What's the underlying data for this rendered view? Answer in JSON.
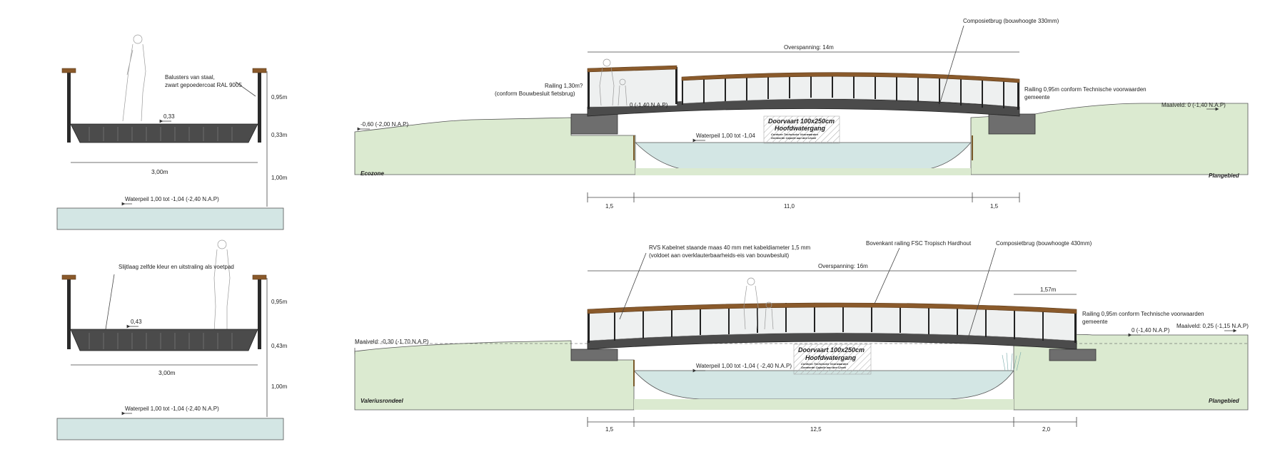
{
  "section_top": {
    "label_balusters_1": "Balusters van staal,",
    "label_balusters_2": "zwart gepoedercoat RAL 9005",
    "slope": "0,33",
    "dim_width": "3,00m",
    "dim_rail": "0,95m",
    "dim_deck": "0,33m",
    "dim_clear": "1,00m",
    "waterpeil": "Waterpeil 1,00 tot -1,04 (-2,40 N.A.P)"
  },
  "section_bottom": {
    "label_slijtlaag": "Slijtlaag zelfde kleur en uitstraling als voetpad",
    "slope": "0,43",
    "dim_width": "3,00m",
    "dim_rail": "0,95m",
    "dim_deck": "0,43m",
    "dim_clear": "1,00m",
    "waterpeil": "Waterpeil 1,00 tot -1,04 (-2,40 N.A.P)"
  },
  "elevation_top": {
    "composiet": "Composietbrug (bouwhoogte 330mm)",
    "overspanning": "Overspanning: 14m",
    "railing_left_1": "Railing 1,30m?",
    "railing_left_2": "(conform Bouwbesluit fietsbrug)",
    "railing_right_1": "Railing 0,95m conform Technische voorwaarden",
    "railing_right_2": "gemeente",
    "maaiveld_right": "Maaiveld: 0 (-1,40 N.A.P)",
    "left_level": "-0,60 (-2,00 N.A.P)",
    "deck_level": "0 (-1,40 N.A.P)",
    "doorvaart_1": "Doorvaart 100x250cm",
    "doorvaart_2": "Hoofdwatergang",
    "doorvaart_3": "Conform Technische Voorwaarden",
    "doorvaart_4": "Gemeente Capelle aan den IJssel",
    "waterpeil": "Waterpeil 1,00 tot -1,04",
    "zone_left": "Ecozone",
    "zone_right": "Plangebied",
    "dim_a": "1,5",
    "dim_b": "11,0",
    "dim_c": "1,5"
  },
  "elevation_bottom": {
    "rvs_1": "RVS Kabelnet staande maas 40 mm met kabeldiameter 1,5 mm",
    "rvs_2": "(voldoet aan overklauterbaarheids-eis van bouwbesluit)",
    "bovenkant": "Bovenkant railing FSC Tropisch Hardhout",
    "composiet": "Composietbrug (bouwhoogte 430mm)",
    "overspanning": "Overspanning: 16m",
    "dim_157": "1,57m",
    "railing_right_1": "Railing 0,95m conform Technische voorwaarden",
    "railing_right_2": "gemeente",
    "deck_level": "0 (-1,40 N.A.P)",
    "maaiveld_right": "Maaiveld: 0,25 (-1,15 N.A.P)",
    "maaiveld_left": "Maaiveld: -0,30 (-1,70 N.A.P)",
    "doorvaart_1": "Doorvaart 100x250cm",
    "doorvaart_2": "Hoofdwatergang",
    "doorvaart_3": "Conform Technische Voorwaarden",
    "doorvaart_4": "Gemeente Capelle aan den IJssel",
    "waterpeil": "Waterpeil 1,00 tot -1,04 ( -2,40 N.A.P)",
    "zone_left": "Valeriusrondeel",
    "zone_right": "Plangebied",
    "dim_a": "1,5",
    "dim_b": "12,5",
    "dim_c": "2,0"
  },
  "colors": {
    "ground": "#dbead0",
    "water": "#d3e6e4",
    "deck": "#4b4b4b",
    "rail_wood": "#8a5a2b"
  }
}
